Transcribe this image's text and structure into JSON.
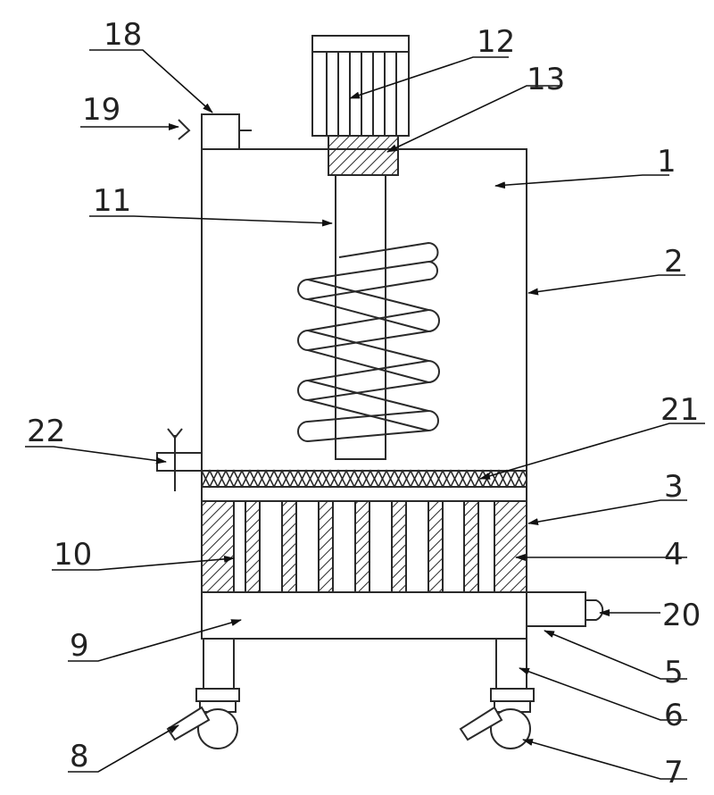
{
  "colors": {
    "line": "#2a2a2a",
    "background": "#ffffff"
  },
  "icons": {
    "arrowhead": "arrowhead-icon",
    "hatch": "diagonal-hatch-pattern"
  },
  "labels": {
    "l1": "1",
    "l2": "2",
    "l3": "3",
    "l4": "4",
    "l5": "5",
    "l6": "6",
    "l7": "7",
    "l8": "8",
    "l9": "9",
    "l10": "10",
    "l11": "11",
    "l12": "12",
    "l13": "13",
    "l18": "18",
    "l19": "19",
    "l20": "20",
    "l21": "21",
    "l22": "22"
  }
}
